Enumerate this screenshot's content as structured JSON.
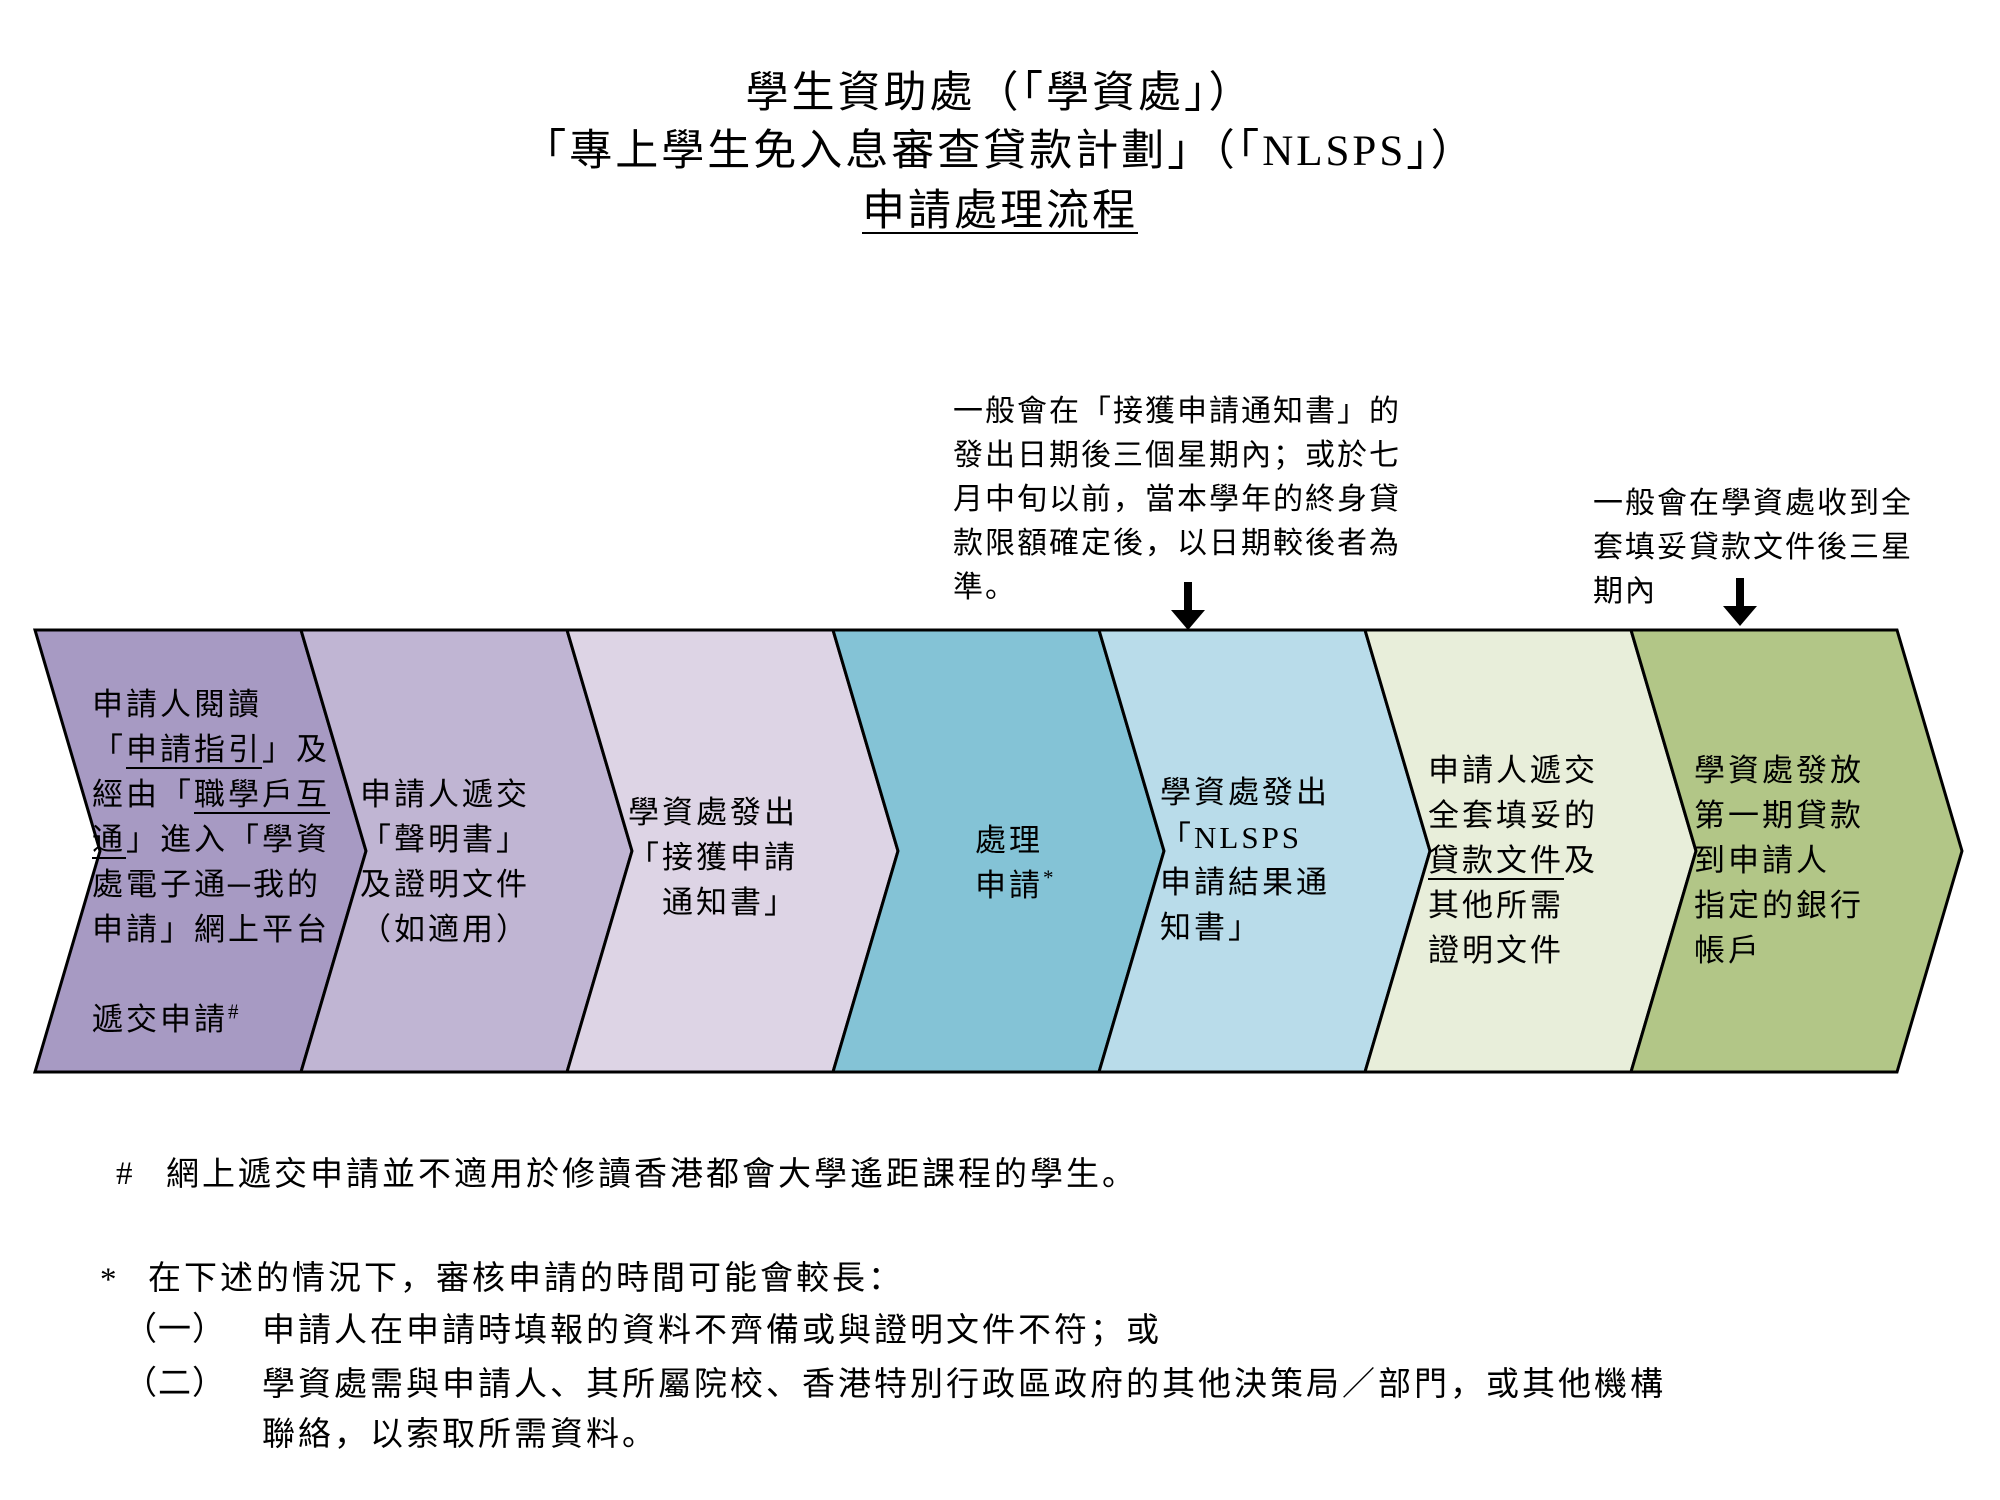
{
  "title": {
    "line1": "學生資助處（「學資處」）",
    "line2": "「專上學生免入息審查貸款計劃」（「NLSPS」）",
    "line3": "申請處理流程"
  },
  "annotations": [
    {
      "text": "一般會在「接獲申請通知書」的\n發出日期後三個星期內；或於七\n月中旬以前，當本學年的終身貸\n款限額確定後，以日期較後者為\n準。"
    },
    {
      "text": "一般會在學資處收到全\n套填妥貸款文件後三星\n期內"
    }
  ],
  "flow": {
    "outline_color": "#000000",
    "steps": [
      {
        "color": "#a79ac3",
        "segments": [
          {
            "t": "申請人閱讀\n「"
          },
          {
            "t": "申請指引",
            "u": true
          },
          {
            "t": "」及\n經由「"
          },
          {
            "t": "職學戶互\n通",
            "u": true
          },
          {
            "t": "」進入「學資\n處電子通─我的\n申請」網上平台\n\n遞交申請"
          },
          {
            "t": "#",
            "sup": true
          }
        ]
      },
      {
        "color": "#c0b5d3",
        "segments": [
          {
            "t": "申請人遞交\n「聲明書」\n及證明文件\n（如適用）"
          }
        ]
      },
      {
        "color": "#ddd4e5",
        "segments": [
          {
            "t": "學資處發出\n「接獲申請\n　通知書」"
          }
        ]
      },
      {
        "color": "#84c3d6",
        "segments": [
          {
            "t": "處理\n申請"
          },
          {
            "t": "*",
            "sup": true
          }
        ]
      },
      {
        "color": "#b9dcea",
        "segments": [
          {
            "t": "學資處發出\n「NLSPS\n申請結果通\n知書」"
          }
        ]
      },
      {
        "color": "#e8eeda",
        "segments": [
          {
            "t": "申請人遞交\n全套填妥的\n"
          },
          {
            "t": "貸款文件",
            "u": true
          },
          {
            "t": "及\n其他所需\n證明文件"
          }
        ]
      },
      {
        "color": "#b2c687",
        "segments": [
          {
            "t": "學資處發放\n第一期貸款\n到申請人\n指定的銀行\n帳戶"
          }
        ]
      }
    ]
  },
  "footnotes": [
    {
      "marker": "#",
      "text": "網上遞交申請並不適用於修讀香港都會大學遙距課程的學生。"
    },
    {
      "marker": "*",
      "text": "在下述的情況下，審核申請的時間可能會較長："
    },
    {
      "marker": "（一）",
      "text": "申請人在申請時填報的資料不齊備或與證明文件不符；或"
    },
    {
      "marker": "（二）",
      "text": "學資處需與申請人、其所屬院校、香港特別行政區政府的其他決策局／部門，或其他機構\n聯絡，以索取所需資料。"
    }
  ]
}
